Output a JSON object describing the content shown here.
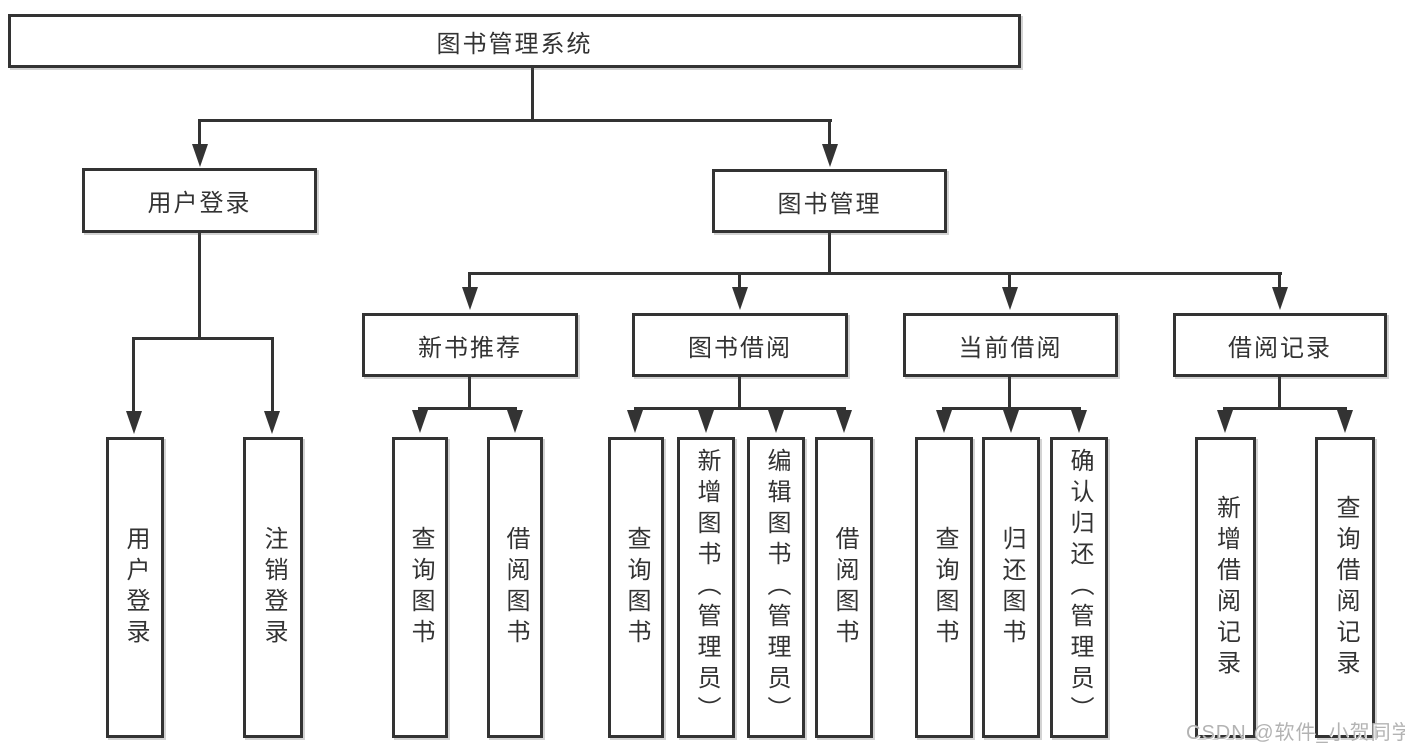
{
  "diagram": {
    "type": "tree",
    "root": {
      "label": "图书管理系统"
    },
    "level2": [
      {
        "label": "用户登录"
      },
      {
        "label": "图书管理"
      }
    ],
    "level3": [
      {
        "label": "新书推荐"
      },
      {
        "label": "图书借阅"
      },
      {
        "label": "当前借阅"
      },
      {
        "label": "借阅记录"
      }
    ],
    "leaves": {
      "user_login": [
        {
          "label": "用户登录"
        },
        {
          "label": "注销登录"
        }
      ],
      "new_book_recommend": [
        {
          "label": "查询图书"
        },
        {
          "label": "借阅图书"
        }
      ],
      "book_borrow": [
        {
          "label": "查询图书"
        },
        {
          "label": "新增图书（管理员）"
        },
        {
          "label": "编辑图书（管理员）"
        },
        {
          "label": "借阅图书"
        }
      ],
      "current_borrow": [
        {
          "label": "查询图书"
        },
        {
          "label": "归还图书"
        },
        {
          "label": "确认归还（管理员）"
        }
      ],
      "borrow_records": [
        {
          "label": "新增借阅记录"
        },
        {
          "label": "查询借阅记录"
        }
      ]
    },
    "line_color": "#333333",
    "box_fill": "#ffffff"
  },
  "watermark": {
    "text": "CSDN @软件_小贺同学"
  }
}
